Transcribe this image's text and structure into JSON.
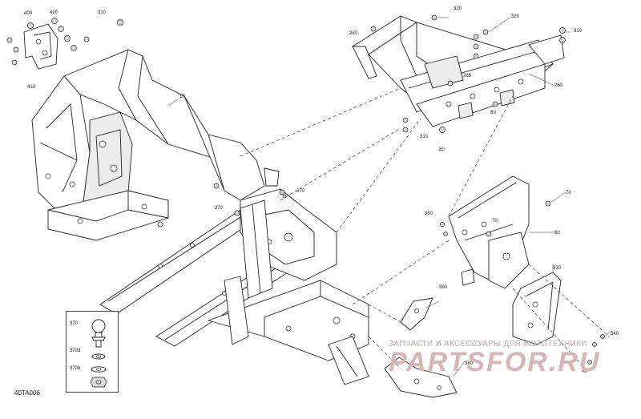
{
  "figure_code": "40TA006",
  "watermark": {
    "line1": "ЗАПЧАСТИ И АКСЕССУАРЫ ДЛЯ МОТОТЕХНИКИ",
    "line2": "PARTSFOR.RU"
  },
  "callouts": {
    "c10": "10",
    "c60": "60",
    "c70a": "70",
    "c70b": "70",
    "c80a": "80",
    "c80b": "80",
    "c260": "260",
    "c265": "265",
    "c270a": "270",
    "c270b": "270",
    "c280": "280",
    "c310a": "310",
    "c310b": "310",
    "c310c": "310",
    "c320a": "320",
    "c320b": "320",
    "c330": "330",
    "c340": "340",
    "c350": "350",
    "c370": "370",
    "c370b": "370b",
    "c370d": "370d",
    "c380": "380",
    "c390": "390",
    "c400": "400",
    "c410": "410",
    "c420": "420"
  }
}
